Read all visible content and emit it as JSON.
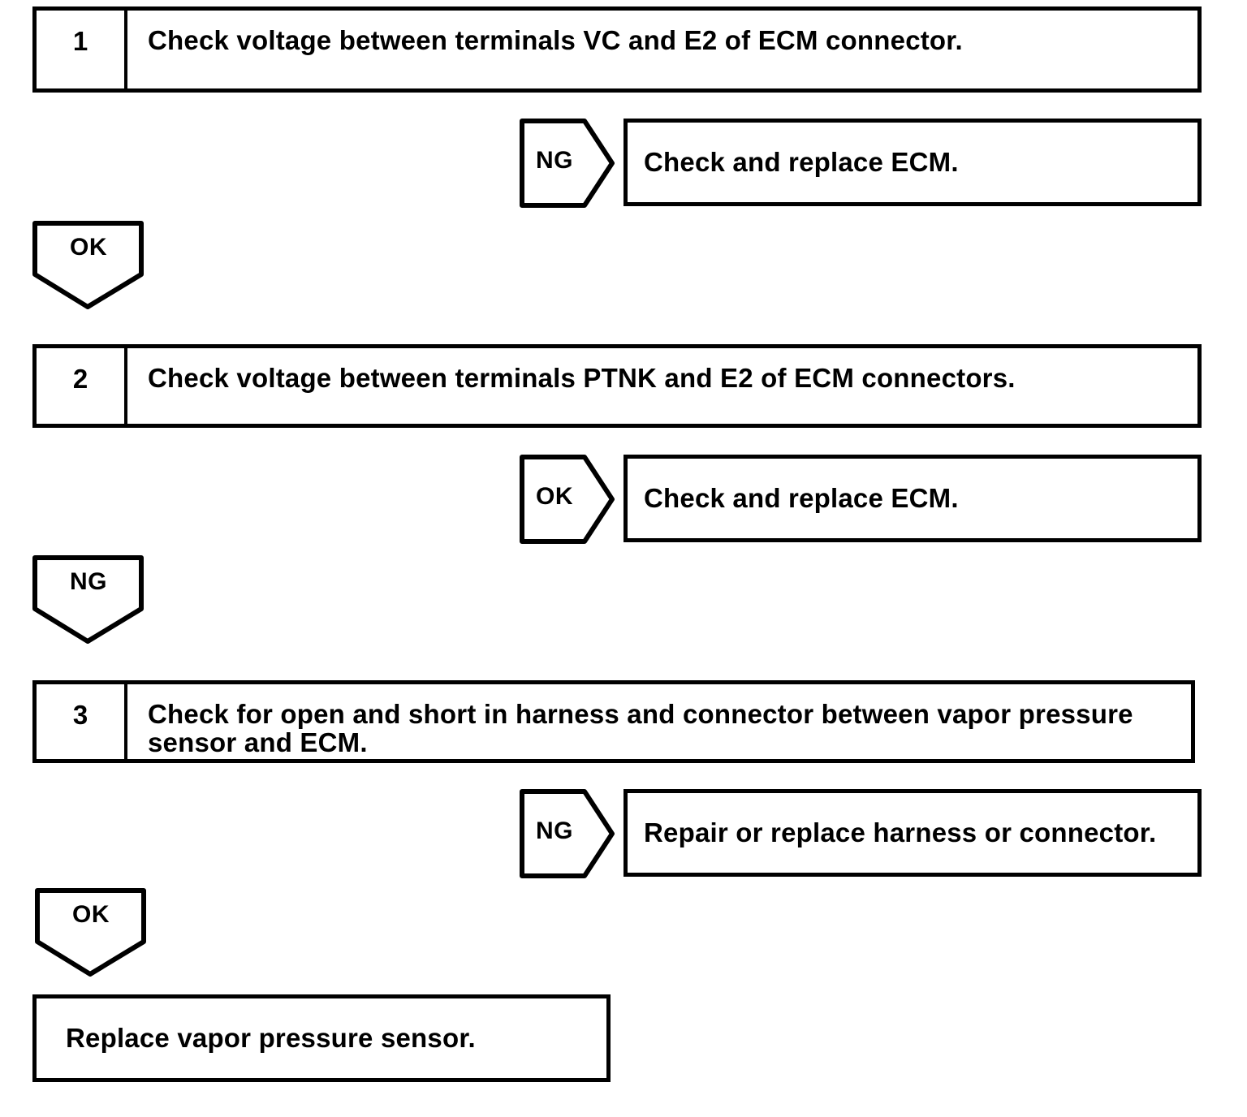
{
  "flowchart": {
    "steps": [
      {
        "number": "1",
        "text": "Check voltage between terminals VC and E2 of ECM connector."
      },
      {
        "number": "2",
        "text": "Check voltage between terminals PTNK and E2 of ECM connectors."
      },
      {
        "number": "3",
        "text": "Check for open and short in harness and connector between vapor pressure sensor and ECM."
      }
    ],
    "decisions": [
      {
        "branch_label": "NG",
        "action": "Check and replace ECM."
      },
      {
        "branch_label": "OK",
        "action": "Check and replace ECM."
      },
      {
        "branch_label": "NG",
        "action": "Repair or replace harness or connector."
      }
    ],
    "connectors": [
      {
        "label": "OK"
      },
      {
        "label": "NG"
      },
      {
        "label": "OK"
      }
    ],
    "final_action": "Replace vapor pressure sensor.",
    "colors": {
      "line": "#000000",
      "background": "#ffffff"
    }
  }
}
